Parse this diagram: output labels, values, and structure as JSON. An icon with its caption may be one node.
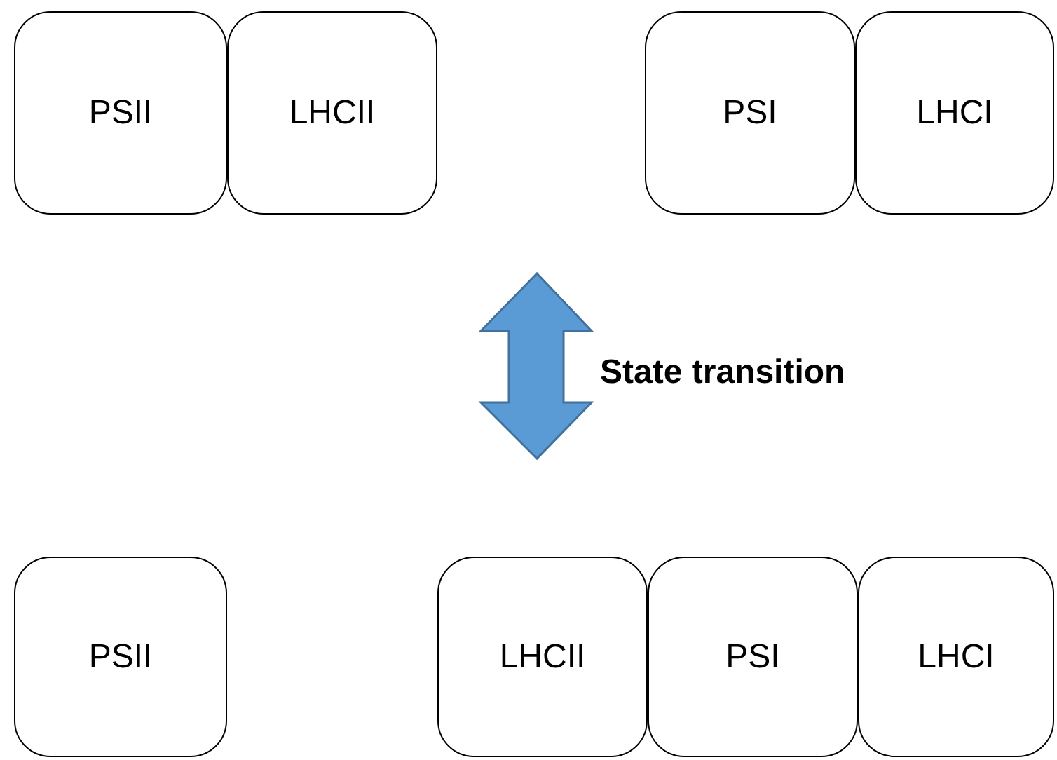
{
  "diagram": {
    "nodes": [
      {
        "text": [
          "PSII"
        ]
      },
      {
        "text": [
          "LHCII"
        ]
      },
      {
        "text": [
          "PSI"
        ]
      },
      {
        "text": [
          "LHCI"
        ]
      },
      {
        "text": [
          "PSII"
        ]
      },
      {
        "text": [
          "LHCII"
        ]
      },
      {
        "text": [
          "PSI"
        ]
      },
      {
        "text": [
          "LHCI"
        ]
      }
    ],
    "labels": [
      "State transition"
    ]
  }
}
